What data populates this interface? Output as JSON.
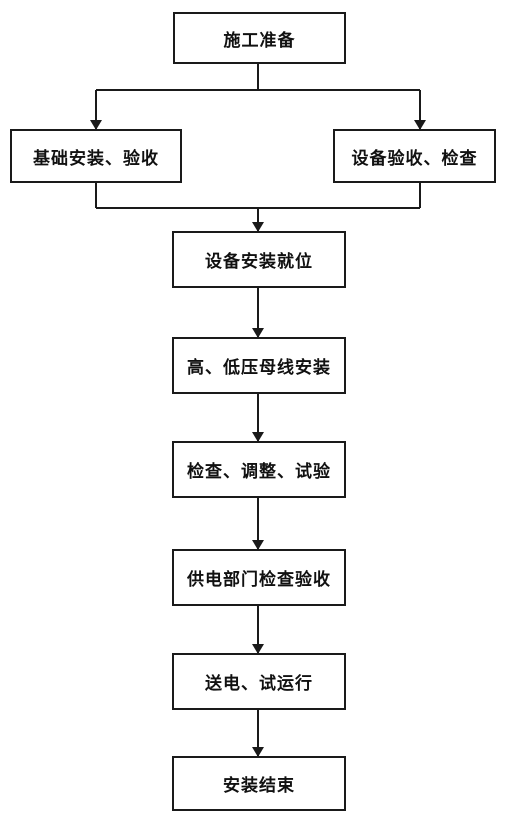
{
  "flowchart": {
    "nodes": {
      "prep": "施工准备",
      "foundation": "基础安装、验收",
      "equipment_check": "设备验收、检查",
      "positioning": "设备安装就位",
      "busbar": "高、低压母线安装",
      "adjust": "检查、调整、试验",
      "acceptance": "供电部门检查验收",
      "trial_run": "送电、试运行",
      "finish": "安装结束"
    }
  }
}
